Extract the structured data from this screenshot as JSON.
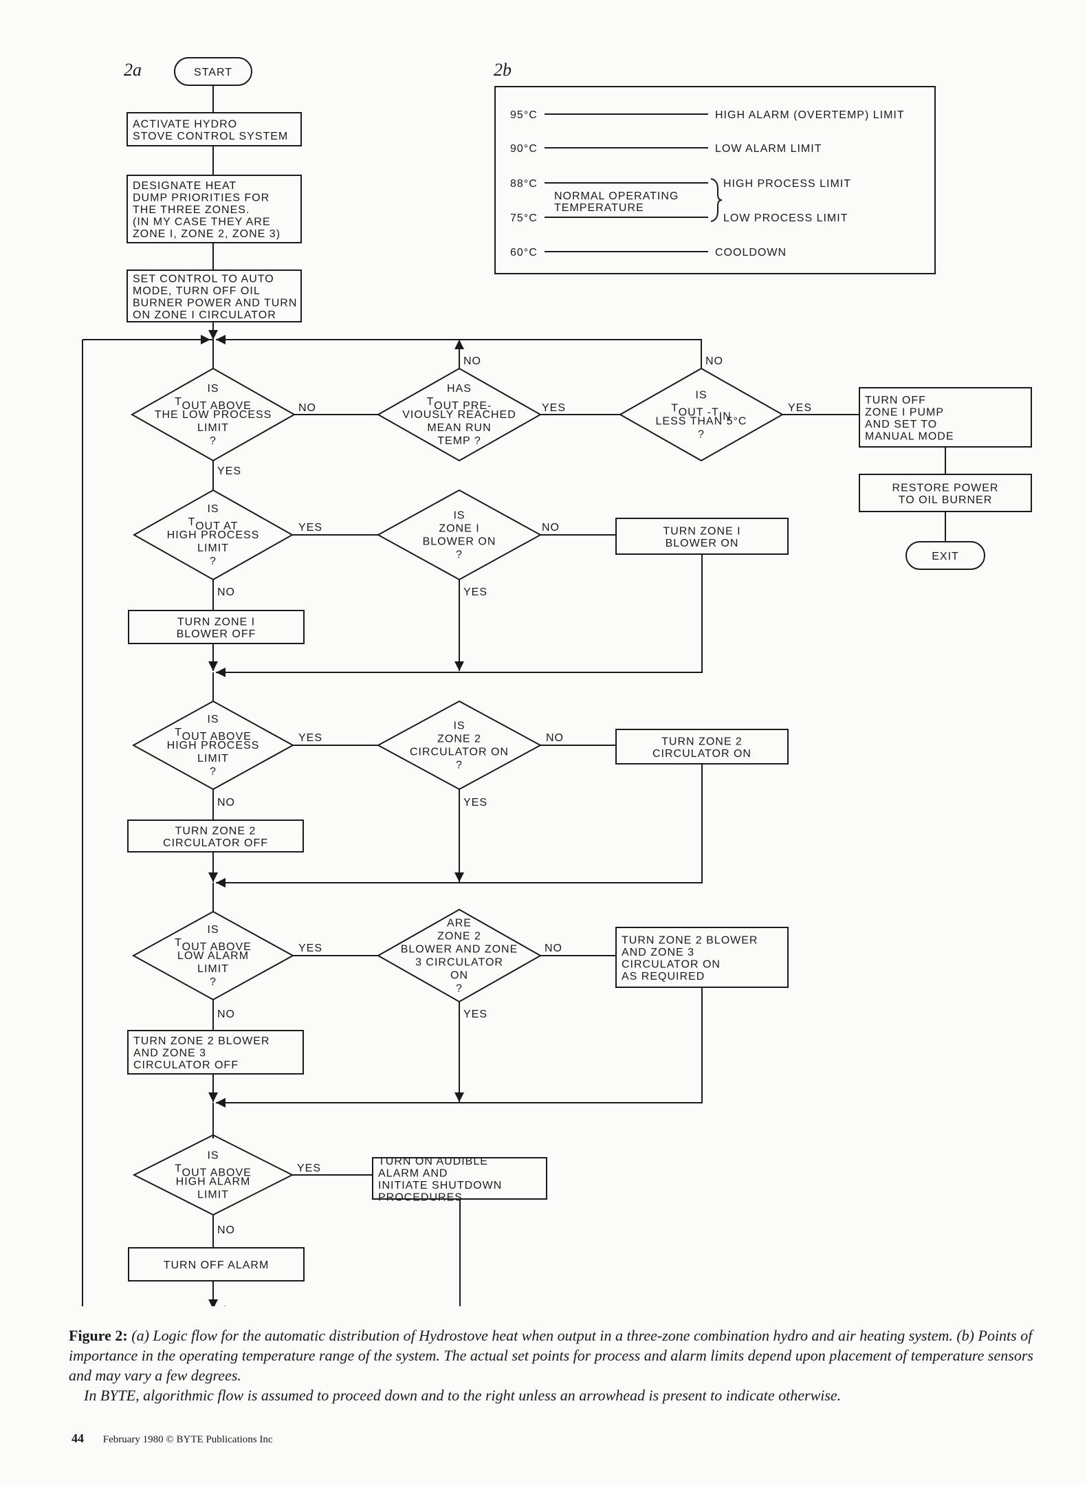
{
  "figure_2a": {
    "label": "2a",
    "start": "START",
    "exit": "EXIT",
    "process": {
      "activate": [
        "ACTIVATE HYDRO",
        "STOVE CONTROL SYSTEM"
      ],
      "designate": [
        "DESIGNATE HEAT",
        "DUMP PRIORITIES FOR",
        "THE THREE ZONES.",
        "(IN MY CASE THEY ARE",
        "ZONE I, ZONE 2, ZONE 3)"
      ],
      "set_control": [
        "SET CONTROL TO AUTO",
        "MODE, TURN OFF OIL",
        "BURNER POWER AND TURN",
        "ON ZONE I CIRCULATOR"
      ],
      "turn_off_pump": [
        "TURN OFF",
        "ZONE I PUMP",
        "AND SET TO",
        "MANUAL MODE"
      ],
      "restore_power": [
        "RESTORE POWER",
        "TO OIL BURNER"
      ],
      "blower1_on": [
        "TURN ZONE I",
        "BLOWER ON"
      ],
      "blower1_off": [
        "TURN ZONE I",
        "BLOWER OFF"
      ],
      "circ2_on": [
        "TURN ZONE 2",
        "CIRCULATOR ON"
      ],
      "circ2_off": [
        "TURN ZONE 2",
        "CIRCULATOR OFF"
      ],
      "z2b_z3c_on": [
        "TURN ZONE 2 BLOWER",
        "AND ZONE 3",
        "CIRCULATOR ON",
        "AS REQUIRED"
      ],
      "z2b_z3c_off": [
        "TURN ZONE 2 BLOWER",
        "AND ZONE 3",
        "CIRCULATOR OFF"
      ],
      "alarm_on": [
        "TURN ON AUDIBLE",
        "ALARM AND",
        "INITIATE SHUTDOWN",
        "PROCEDURES"
      ],
      "alarm_off": [
        "TURN OFF ALARM"
      ]
    },
    "decisions": {
      "above_low_process": [
        "IS",
        "T_OUT ABOVE",
        "THE LOW PROCESS",
        "LIMIT",
        "?"
      ],
      "reached_mean": [
        "HAS",
        "T_OUT PRE-",
        "VIOUSLY REACHED",
        "MEAN RUN",
        "TEMP ?"
      ],
      "delta_lt_5": [
        "IS",
        "T_OUT -T_IN",
        "LESS THAN 5°C",
        "?"
      ],
      "at_high_process": [
        "IS",
        "T_OUT AT",
        "HIGH PROCESS",
        "LIMIT",
        "?"
      ],
      "blower1_is_on": [
        "IS",
        "ZONE I",
        "BLOWER ON",
        "?"
      ],
      "above_high_process": [
        "IS",
        "T_OUT ABOVE",
        "HIGH PROCESS",
        "LIMIT",
        "?"
      ],
      "circ2_is_on": [
        "IS",
        "ZONE 2",
        "CIRCULATOR ON",
        "?"
      ],
      "above_low_alarm": [
        "IS",
        "T_OUT ABOVE",
        "LOW ALARM",
        "LIMIT",
        "?"
      ],
      "z2b_z3c_are_on": [
        "ARE",
        "ZONE 2",
        "BLOWER AND ZONE",
        "3 CIRCULATOR",
        "ON",
        "?"
      ],
      "above_high_alarm": [
        "IS",
        "T_OUT ABOVE",
        "HIGH ALARM",
        "LIMIT"
      ]
    },
    "branch_labels": {
      "yes": "YES",
      "no": "NO"
    }
  },
  "figure_2b": {
    "label": "2b",
    "levels": [
      {
        "temp": "95°C",
        "desc": "HIGH ALARM (OVERTEMP) LIMIT"
      },
      {
        "temp": "90°C",
        "desc": "LOW ALARM LIMIT"
      },
      {
        "temp": "88°C",
        "desc": "HIGH PROCESS LIMIT"
      },
      {
        "temp": "75°C",
        "desc": "LOW PROCESS LIMIT"
      },
      {
        "temp": "60°C",
        "desc": "COOLDOWN"
      }
    ],
    "band_label": [
      "NORMAL OPERATING",
      "TEMPERATURE"
    ]
  },
  "caption": {
    "figure_number": "Figure 2:",
    "text": "(a) Logic flow for the automatic distribution of Hydrostove heat when output in a three-zone combination hydro and air heating system. (b) Points of importance in the operating temperature range of the system. The actual set points for process and alarm limits depend upon placement of temperature sensors and may vary a few degrees.",
    "note": "In BYTE, algorithmic flow is assumed to proceed down and to the right unless an arrowhead is present to indicate otherwise."
  },
  "footer": {
    "page_number": "44",
    "credit": "February 1980 © BYTE Publications Inc"
  }
}
